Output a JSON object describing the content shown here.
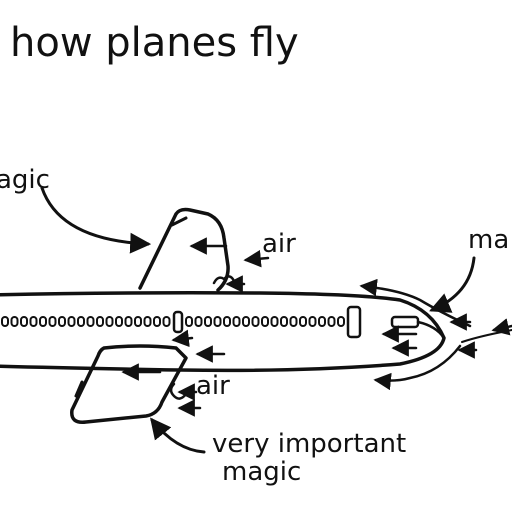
{
  "title": "how planes fly",
  "labels": {
    "magic_left": "agic",
    "air_top": "air",
    "magic_right": "ma",
    "air_bottom": "air",
    "very_important_line1": "very important",
    "very_important_line2": "magic"
  },
  "colors": {
    "ink": "#111111",
    "paper": "#ffffff"
  },
  "icons": {
    "arrowheads": "arrowhead-icon"
  }
}
